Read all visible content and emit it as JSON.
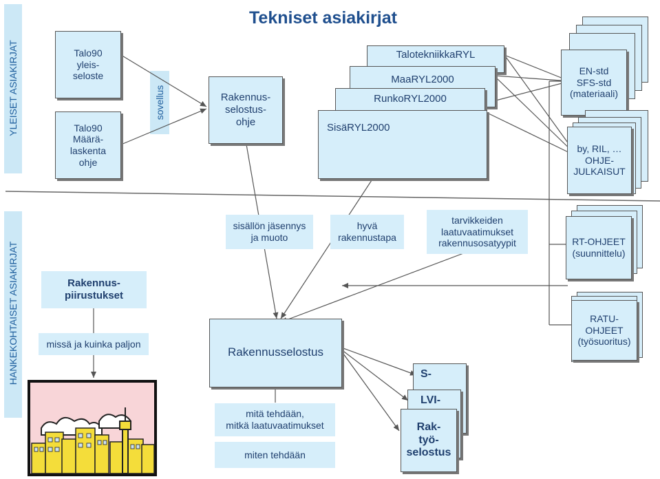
{
  "title": "Tekniset asiakirjat",
  "bands": {
    "general": "YLEISET ASIAKIRJAT",
    "project": "HANKEKOHTAISET ASIAKIRJAT",
    "sovellus": "sovellus"
  },
  "general_docs": {
    "talo90_yleis": "Talo90\nyleis-\nseloste",
    "talo90_maara": "Talo90\nMäärä-\nlaskenta\nohje",
    "selostusohje": "Rakennus-\nselostus-\nohje",
    "ryl": [
      "TalotekniikkaRYL",
      "MaaRYL2000",
      "RunkoRYL2000",
      "SisäRYL2000"
    ],
    "en_std": "EN-std\nSFS-std\n(materiaali)",
    "by_ril": "by, RIL, …\nOHJE-\nJULKAISUT"
  },
  "project_docs": {
    "piirustukset": "Rakennus-\npiirustukset",
    "missa": "missä ja kuinka paljon",
    "sisallon": "sisällön jäsennys\nja muoto",
    "hyva": "hyvä\nrakennustapa",
    "tarvikkeiden": "tarvikkeiden\nlaatuvaatimukset\nrakennusosatyypit",
    "rt_ohjeet": "RT-OHJEET\n(suunnittelu)",
    "ratu": "RATU-\nOHJEET\n(työsuoritus)",
    "rakennusselostus": "Rakennusselostus",
    "mita": "mitä tehdään,\nmitkä laatuvaatimukset",
    "miten": "miten tehdään",
    "s_label": "S-",
    "lvi_label": "LVI-",
    "rak_label": "Rak-\ntyö-\nselostus"
  },
  "colors": {
    "band": "#cce8f6",
    "box": "#d6eefa",
    "title": "#1f4f8e",
    "sky": "#f8d5d8"
  },
  "icons": [
    "city-skyline-illustration"
  ]
}
